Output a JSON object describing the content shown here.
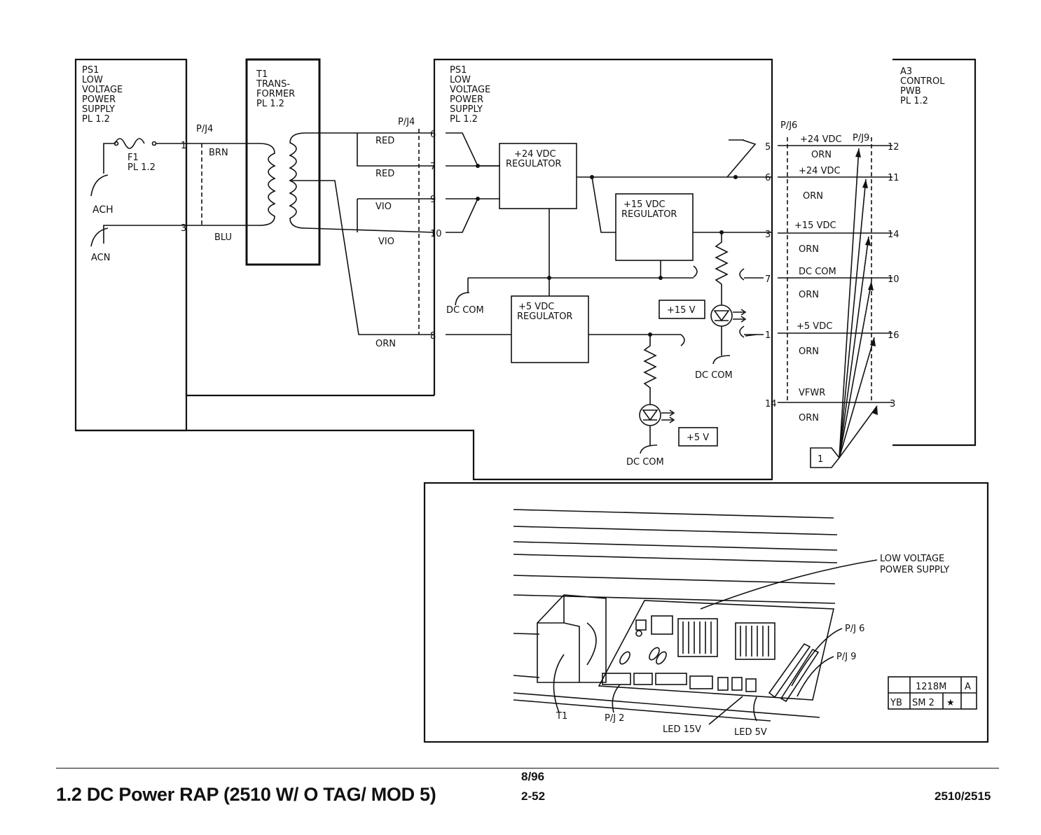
{
  "blocks": {
    "ps1_left": [
      "PS1",
      "LOW",
      "VOLTAGE",
      "POWER",
      "SUPPLY",
      "PL 1.2"
    ],
    "t1": [
      "T1",
      "TRANS-",
      "FORMER",
      "PL 1.2"
    ],
    "ps1_main": [
      "PS1",
      "LOW",
      "VOLTAGE",
      "POWER",
      "SUPPLY",
      "PL 1.2"
    ],
    "a3": [
      "A3",
      "CONTROL",
      "PWB",
      "PL 1.2"
    ],
    "reg24": [
      "+24 VDC",
      "REGULATOR"
    ],
    "reg15": [
      "+15 VDC",
      "REGULATOR"
    ],
    "reg5": [
      "+5 VDC",
      "REGULATOR"
    ]
  },
  "fuse": [
    "F1",
    "PL 1.2"
  ],
  "ac": {
    "ach": "ACH",
    "acn": "ACN"
  },
  "connectors": {
    "pj4_left": "P/J4",
    "pj4_right": "P/J4",
    "pj6": "P/J6",
    "pj9": "P/J9"
  },
  "pins": {
    "pj4_left": [
      "1",
      "3"
    ],
    "pj4_right": [
      "6",
      "7",
      "9",
      "10",
      "8"
    ],
    "pj6": [
      "5",
      "6",
      "3",
      "7",
      "1",
      "14"
    ],
    "pj9": [
      "12",
      "11",
      "14",
      "10",
      "16",
      "3"
    ]
  },
  "wires": {
    "brn": "BRN",
    "blu": "BLU",
    "red1": "RED",
    "red2": "RED",
    "vio1": "VIO",
    "vio2": "VIO",
    "orn": "ORN"
  },
  "harness_labels": [
    "+24 VDC",
    "ORN",
    "+24 VDC",
    "ORN",
    "+15 VDC",
    "ORN",
    "DC COM",
    "ORN",
    "+5 VDC",
    "ORN",
    "VFWR",
    "ORN"
  ],
  "dccom": [
    "DC COM",
    "DC COM",
    "DC COM"
  ],
  "led_labels": {
    "v15": "+15 V",
    "v5": "+5 V"
  },
  "callout": "1",
  "illustration": {
    "lvps": [
      "LOW VOLTAGE",
      "POWER SUPPLY"
    ],
    "pj6": "P/J 6",
    "pj9": "P/J 9",
    "t1": "T1",
    "pj2": "P/J 2",
    "led15": "LED 15V",
    "led5": "LED 5V"
  },
  "title_block": {
    "num": "1218M",
    "rev": "A",
    "c1": "YB",
    "c2": "SM 2",
    "c3": "★"
  },
  "footer": {
    "title": "1.2 DC Power RAP (2510 W/ O  TAG/ MOD 5)",
    "date": "8/96",
    "page": "2-52",
    "model": "2510/2515"
  }
}
